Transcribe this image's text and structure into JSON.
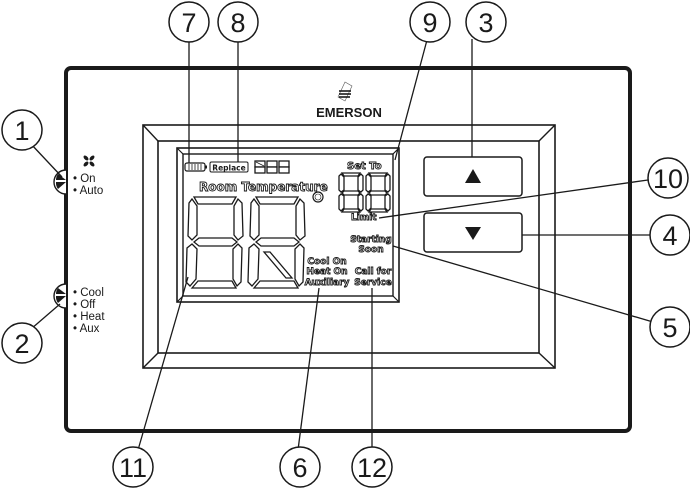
{
  "brand": {
    "name": "EMERSON"
  },
  "fan_switch": {
    "icon": "fan-icon",
    "options": [
      "On",
      "Auto"
    ]
  },
  "system_switch": {
    "options": [
      "Cool",
      "Off",
      "Heat",
      "Aux"
    ]
  },
  "buttons": {
    "up": "▲",
    "down": "▼"
  },
  "lcd": {
    "replace_label": "Replace",
    "room_temperature_label": "Room Temperature",
    "set_to_label": "Set To",
    "limit_label": "Limit",
    "starting_soon_line1": "Starting",
    "starting_soon_line2": "Soon",
    "status_line1": "Cool On",
    "status_line2": "Heat On",
    "status_line3": "Auxiliary",
    "call_for_service_line1": "Call for",
    "call_for_service_line2": "Service",
    "degree_symbol": "°"
  },
  "callouts": {
    "c1": "1",
    "c2": "2",
    "c3": "3",
    "c4": "4",
    "c5": "5",
    "c6": "6",
    "c7": "7",
    "c8": "8",
    "c9": "9",
    "c10": "10",
    "c11": "11",
    "c12": "12"
  }
}
